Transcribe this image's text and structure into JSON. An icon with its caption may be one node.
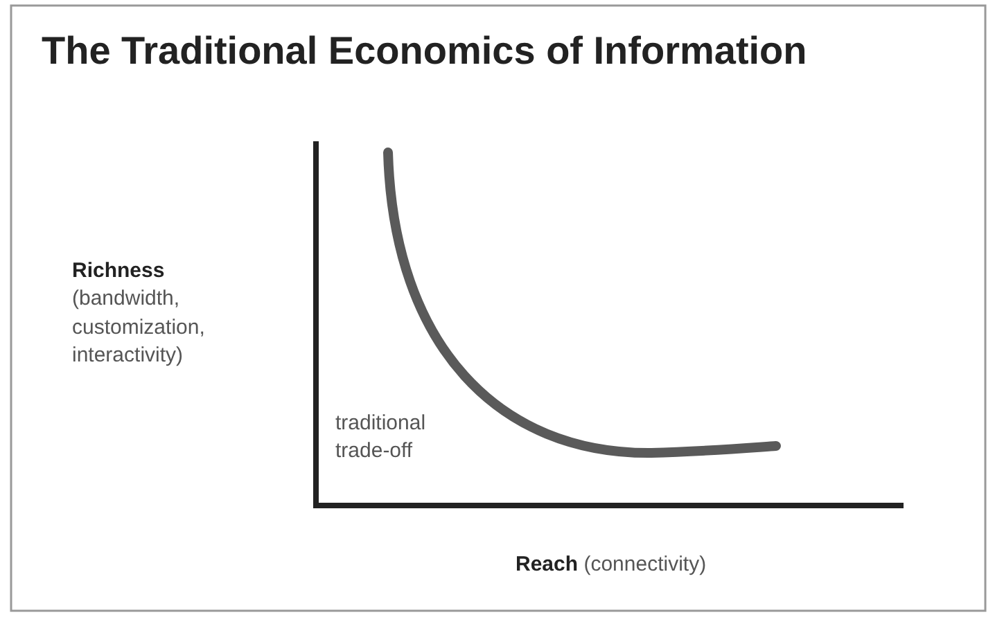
{
  "diagram": {
    "title": "The Traditional Economics of Information",
    "labels": [
      "**Richness** (bandwidth, customization, interactivity)",
      "traditional trade-off",
      "**Reach** (connectivity)"
    ]
  }
}
